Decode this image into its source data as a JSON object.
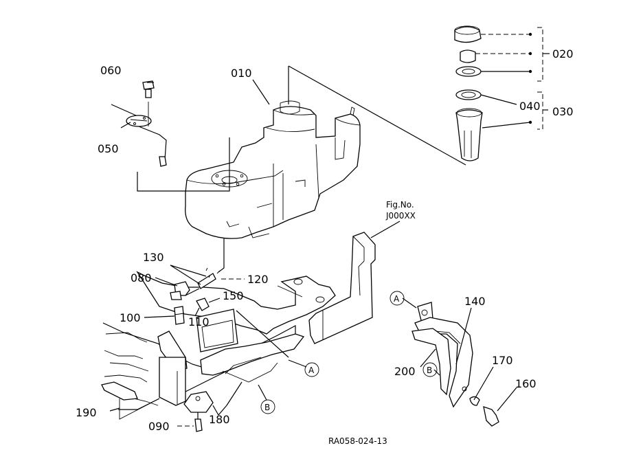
{
  "labels": {
    "p010": "010",
    "p020": "020",
    "p030": "030",
    "p040": "040",
    "p050": "050",
    "p060": "060",
    "p080": "080",
    "p090": "090",
    "p100": "100",
    "p110": "110",
    "p120": "120",
    "p130": "130",
    "p140": "140",
    "p150": "150",
    "p160": "160",
    "p170": "170",
    "p180": "180",
    "p190": "190",
    "p200": "200"
  },
  "markers": {
    "a": "A",
    "b": "B"
  },
  "fig_ref": {
    "line1": "Fig.No.",
    "line2": "J000XX"
  },
  "drawing_code": "RA058-024-13"
}
